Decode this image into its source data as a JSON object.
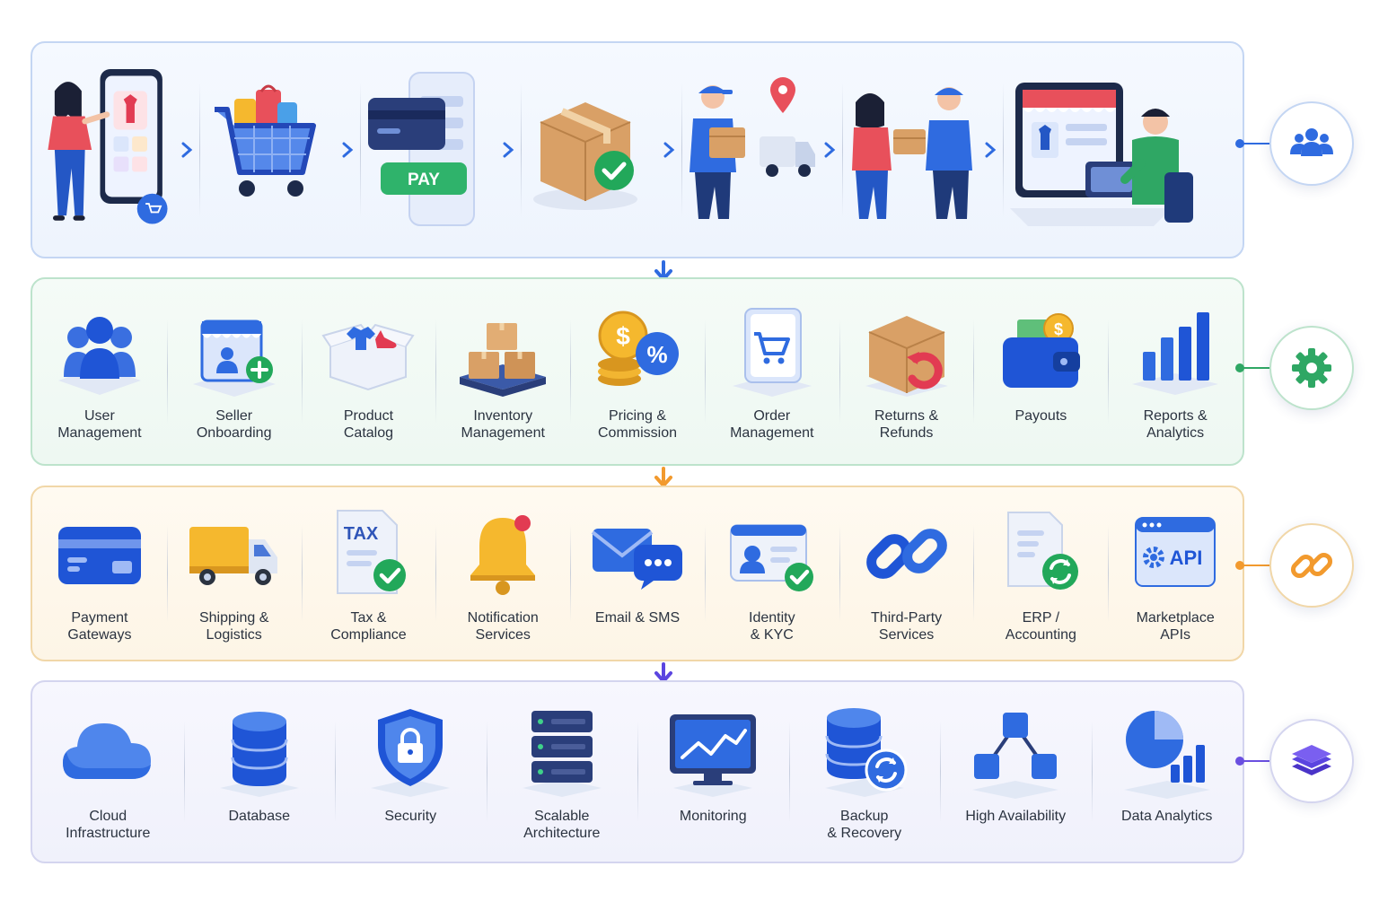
{
  "journey": {
    "pay_label": "PAY",
    "steps": [
      "browse-phone",
      "shopping-cart",
      "payment",
      "order-confirmed",
      "courier-delivery",
      "package-handover",
      "seller-dashboard"
    ]
  },
  "core": {
    "items": [
      {
        "label": "User\nManagement",
        "icon": "users-icon"
      },
      {
        "label": "Seller\nOnboarding",
        "icon": "storefront-add-icon"
      },
      {
        "label": "Product\nCatalog",
        "icon": "product-box-icon"
      },
      {
        "label": "Inventory\nManagement",
        "icon": "boxes-pallet-icon"
      },
      {
        "label": "Pricing &\nCommission",
        "icon": "coins-percent-icon"
      },
      {
        "label": "Order\nManagement",
        "icon": "order-cart-icon"
      },
      {
        "label": "Returns &\nRefunds",
        "icon": "return-box-icon"
      },
      {
        "label": "Payouts",
        "icon": "wallet-icon"
      },
      {
        "label": "Reports &\nAnalytics",
        "icon": "bar-chart-icon"
      }
    ]
  },
  "integrations": {
    "tax_label": "TAX",
    "api_label": "API",
    "items": [
      {
        "label": "Payment\nGateways",
        "icon": "credit-card-icon"
      },
      {
        "label": "Shipping &\nLogistics",
        "icon": "truck-icon"
      },
      {
        "label": "Tax &\nCompliance",
        "icon": "tax-document-icon"
      },
      {
        "label": "Notification\nServices",
        "icon": "bell-icon"
      },
      {
        "label": "Email & SMS",
        "icon": "email-sms-icon"
      },
      {
        "label": "Identity\n& KYC",
        "icon": "id-card-check-icon"
      },
      {
        "label": "Third-Party\nServices",
        "icon": "chain-link-icon"
      },
      {
        "label": "ERP /\nAccounting",
        "icon": "erp-sync-icon"
      },
      {
        "label": "Marketplace\nAPIs",
        "icon": "api-window-icon"
      }
    ]
  },
  "infra": {
    "items": [
      {
        "label": "Cloud\nInfrastructure",
        "icon": "cloud-icon"
      },
      {
        "label": "Database",
        "icon": "database-icon"
      },
      {
        "label": "Security",
        "icon": "shield-lock-icon"
      },
      {
        "label": "Scalable\nArchitecture",
        "icon": "server-rack-icon"
      },
      {
        "label": "Monitoring",
        "icon": "monitor-chart-icon"
      },
      {
        "label": "Backup\n& Recovery",
        "icon": "database-backup-icon"
      },
      {
        "label": "High Availability",
        "icon": "network-nodes-icon"
      },
      {
        "label": "Data Analytics",
        "icon": "pie-chart-icon"
      }
    ]
  },
  "colors": {
    "journey_accent": "#2f6be0",
    "core_accent": "#2fa764",
    "integrations_accent": "#f29a2e",
    "infra_accent": "#6a4fe0"
  },
  "side_badges": [
    {
      "icon": "users-group-icon"
    },
    {
      "icon": "gear-icon"
    },
    {
      "icon": "link-icon"
    },
    {
      "icon": "layers-icon"
    }
  ]
}
